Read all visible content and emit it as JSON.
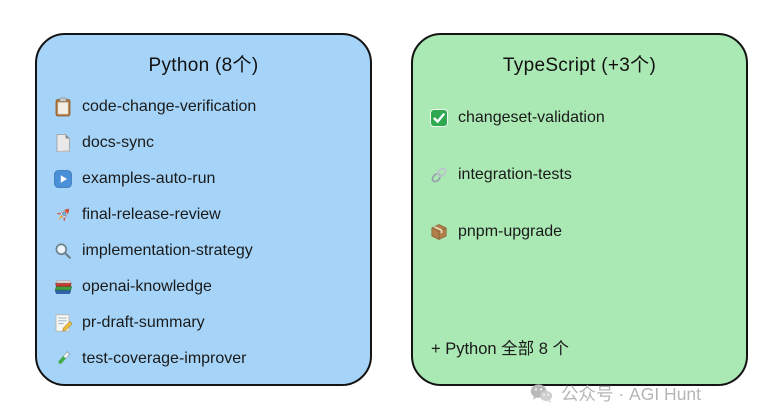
{
  "page": {
    "background": "#ffffff",
    "border_color": "#141414",
    "text_color": "#1a1a1a"
  },
  "cards": [
    {
      "id": "python",
      "title": "Python (8个)",
      "bg": "#a6d4f8",
      "items": [
        {
          "icon": "clipboard-icon",
          "label": "code-change-verification"
        },
        {
          "icon": "page-icon",
          "label": "docs-sync"
        },
        {
          "icon": "play-icon",
          "label": "examples-auto-run"
        },
        {
          "icon": "rocket-icon",
          "label": "final-release-review"
        },
        {
          "icon": "search-icon",
          "label": "implementation-strategy"
        },
        {
          "icon": "books-icon",
          "label": "openai-knowledge"
        },
        {
          "icon": "memo-icon",
          "label": "pr-draft-summary"
        },
        {
          "icon": "test-tube-icon",
          "label": "test-coverage-improver"
        }
      ]
    },
    {
      "id": "typescript",
      "title": "TypeScript (+3个)",
      "bg": "#abe9b4",
      "items": [
        {
          "icon": "check-icon",
          "label": "changeset-validation"
        },
        {
          "icon": "link-icon",
          "label": "integration-tests"
        },
        {
          "icon": "package-icon",
          "label": "pnpm-upgrade"
        }
      ],
      "footer": "+ Python 全部 8 个"
    }
  ],
  "watermark": {
    "icon": "wechat-icon",
    "text": "公众号 · AGI Hunt",
    "color": "#b5b5b5"
  }
}
